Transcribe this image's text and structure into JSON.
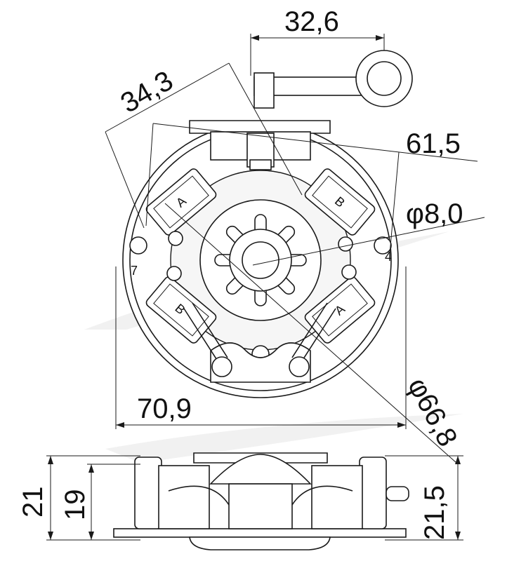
{
  "dimensions": {
    "key_width": "32,6",
    "brush_pitch": "34,3",
    "span": "61,5",
    "hole_diameter": "φ8,0",
    "overall_width": "70,9",
    "outer_diameter": "φ66,8",
    "height_total": "21",
    "height_body": "19",
    "height_side": "21,5"
  },
  "brush_labels": [
    "A",
    "B",
    "B",
    "A"
  ],
  "terminal_labels": [
    "7",
    "4"
  ],
  "colors": {
    "line": "#1a1a1a",
    "background": "#ffffff",
    "watermark": "#f1f1f1"
  }
}
